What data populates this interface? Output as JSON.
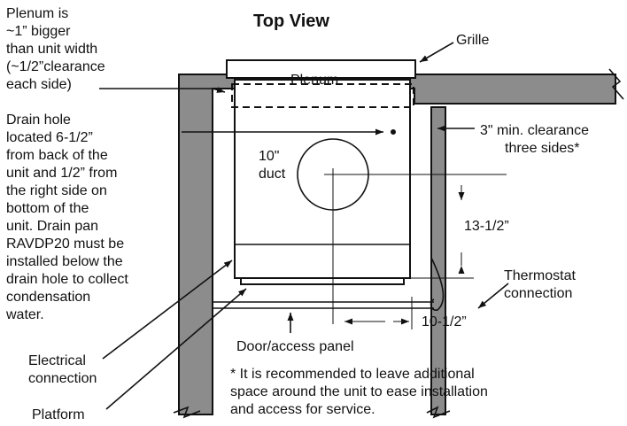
{
  "title": "Top View",
  "labels": {
    "plenum_note": [
      "Plenum is",
      "~1” bigger",
      "than unit width",
      "(~1/2”clearance",
      "each side)"
    ],
    "grille": "Grille",
    "plenum": "Plenum",
    "drain_note": [
      "Drain hole",
      "located 6-1/2”",
      "from back of the",
      "unit and 1/2” from",
      "the right side on",
      "bottom of the",
      "unit. Drain pan",
      "RAVDP20 must be",
      "installed below the",
      "drain hole to collect",
      "condensation",
      "water."
    ],
    "clearance": [
      "3\" min. clearance",
      "three sides*"
    ],
    "duct": [
      "10\"",
      "duct"
    ],
    "dim_vertical": "13-1/2”",
    "dim_horizontal": "10-1/2”",
    "thermostat": [
      "Thermostat",
      "connection"
    ],
    "door_panel": "Door/access panel",
    "electrical": [
      "Electrical",
      "connection"
    ],
    "platform": "Platform",
    "footnote": [
      "* It is recommended to leave additional",
      "space around the unit to ease installation",
      "and access for service."
    ]
  },
  "colors": {
    "wall_fill": "#8c8c8c",
    "line": "#111111",
    "background": "#ffffff"
  }
}
